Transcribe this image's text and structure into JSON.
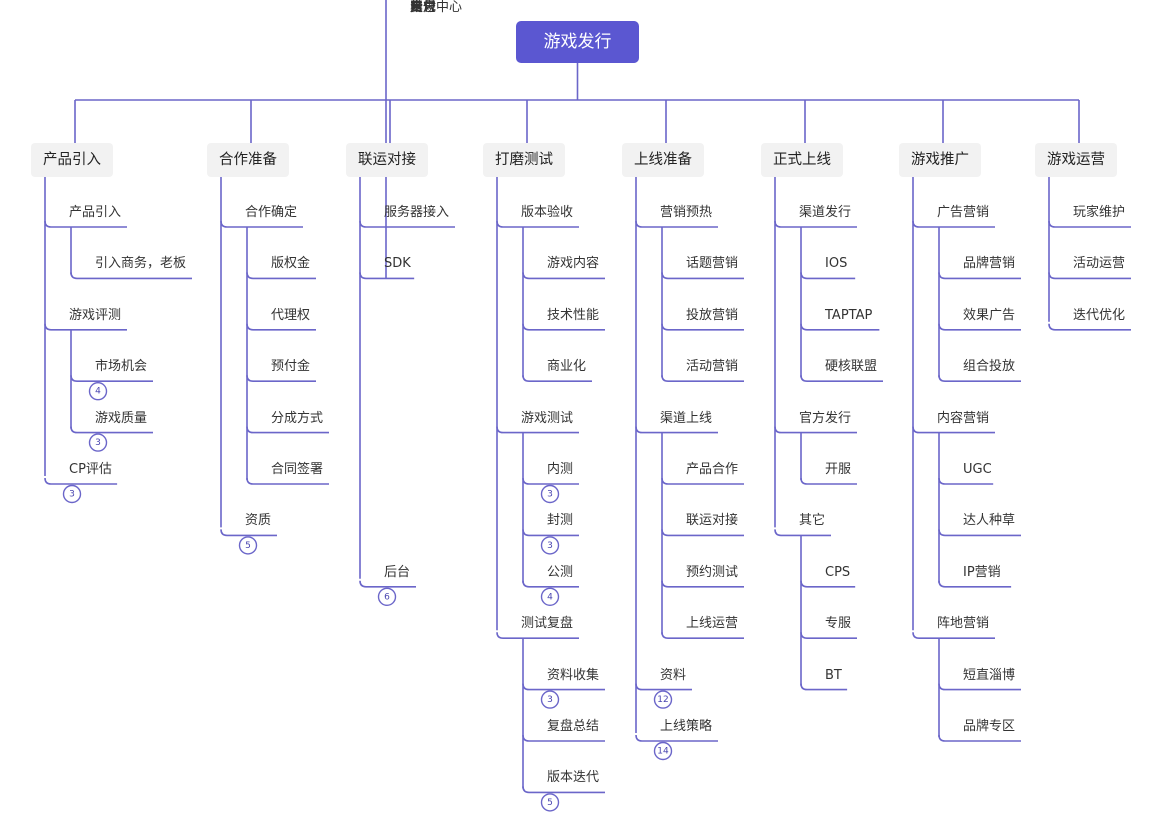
{
  "title": "游戏发行",
  "colors": {
    "root_bg": "#5b57d1",
    "line": "#6b66c9",
    "category_bg": "#f2f2f2"
  },
  "categories": [
    {
      "label": "产品引入",
      "children": [
        {
          "label": "产品引入",
          "children": [
            {
              "label": "引入商务，老板"
            }
          ]
        },
        {
          "label": "游戏评测",
          "children": [
            {
              "label": "市场机会",
              "count": 4
            },
            {
              "label": "游戏质量",
              "count": 3
            }
          ]
        },
        {
          "label": "CP评估",
          "count": 3
        }
      ]
    },
    {
      "label": "合作准备",
      "children": [
        {
          "label": "合作确定",
          "children": [
            {
              "label": "版权金"
            },
            {
              "label": "代理权"
            },
            {
              "label": "预付金"
            },
            {
              "label": "分成方式"
            },
            {
              "label": "合同签署"
            }
          ]
        },
        {
          "label": "资质",
          "count": 5
        }
      ]
    },
    {
      "label": "联运对接",
      "children": [
        {
          "label": "服务器接入"
        },
        {
          "label": "SDK",
          "children": [
            {
              "label": "账号"
            },
            {
              "label": "支付"
            },
            {
              "label": "用户中心"
            },
            {
              "label": "合规"
            },
            {
              "label": "其它"
            }
          ]
        },
        {
          "label": "后台",
          "count": 6
        }
      ]
    },
    {
      "label": "打磨测试",
      "children": [
        {
          "label": "版本验收",
          "children": [
            {
              "label": "游戏内容"
            },
            {
              "label": "技术性能"
            },
            {
              "label": "商业化"
            }
          ]
        },
        {
          "label": "游戏测试",
          "children": [
            {
              "label": "内测",
              "count": 3
            },
            {
              "label": "封测",
              "count": 3
            },
            {
              "label": "公测",
              "count": 4
            }
          ]
        },
        {
          "label": "测试复盘",
          "children": [
            {
              "label": "资料收集",
              "count": 3
            },
            {
              "label": "复盘总结"
            },
            {
              "label": "版本迭代",
              "count": 5
            }
          ]
        }
      ]
    },
    {
      "label": "上线准备",
      "children": [
        {
          "label": "营销预热",
          "children": [
            {
              "label": "话题营销"
            },
            {
              "label": "投放营销"
            },
            {
              "label": "活动营销"
            }
          ]
        },
        {
          "label": "渠道上线",
          "children": [
            {
              "label": "产品合作"
            },
            {
              "label": "联运对接"
            },
            {
              "label": "预约测试"
            },
            {
              "label": "上线运营"
            }
          ]
        },
        {
          "label": "资料",
          "count": 12
        },
        {
          "label": "上线策略",
          "count": 14
        }
      ]
    },
    {
      "label": "正式上线",
      "children": [
        {
          "label": "渠道发行",
          "children": [
            {
              "label": "IOS"
            },
            {
              "label": "TAPTAP"
            },
            {
              "label": "硬核联盟"
            }
          ]
        },
        {
          "label": "官方发行",
          "children": [
            {
              "label": "开服"
            }
          ]
        },
        {
          "label": "其它",
          "children": [
            {
              "label": "CPS"
            },
            {
              "label": "专服"
            },
            {
              "label": "BT"
            }
          ]
        }
      ]
    },
    {
      "label": "游戏推广",
      "children": [
        {
          "label": "广告营销",
          "children": [
            {
              "label": "品牌营销"
            },
            {
              "label": "效果广告"
            },
            {
              "label": "组合投放"
            }
          ]
        },
        {
          "label": "内容营销",
          "children": [
            {
              "label": "UGC"
            },
            {
              "label": "达人种草"
            },
            {
              "label": "IP营销"
            }
          ]
        },
        {
          "label": "阵地营销",
          "children": [
            {
              "label": "短直淄博"
            },
            {
              "label": "品牌专区"
            }
          ]
        }
      ]
    },
    {
      "label": "游戏运营",
      "children": [
        {
          "label": "玩家维护"
        },
        {
          "label": "活动运营"
        },
        {
          "label": "迭代优化"
        }
      ]
    }
  ]
}
